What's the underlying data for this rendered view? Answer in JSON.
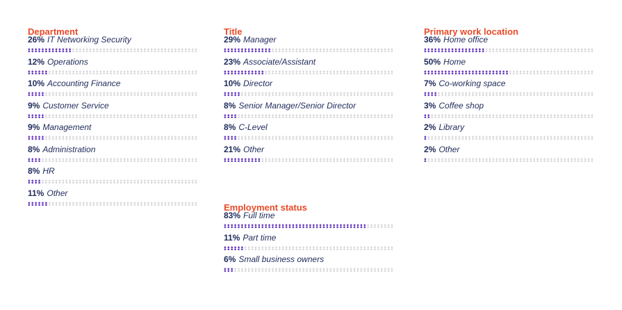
{
  "colors": {
    "heading": "#e84a27",
    "text": "#1e2a5a",
    "dot_filled": "#6a3fc1",
    "dot_empty": "#d9d9de"
  },
  "chart_data": [
    {
      "type": "bar",
      "title": "Department",
      "categories": [
        "IT Networking Security",
        "Operations",
        "Accounting Finance",
        "Customer Service",
        "Management",
        "Administration",
        "HR",
        "Other"
      ],
      "values": [
        26,
        12,
        10,
        9,
        9,
        8,
        8,
        11
      ],
      "labels": [
        "26%",
        "12%",
        "10%",
        "9%",
        "9%",
        "8%",
        "8%",
        "11%"
      ]
    },
    {
      "type": "bar",
      "title": "Title",
      "categories": [
        "Manager",
        "Associate/Assistant",
        "Director",
        "Senior Manager/Senior Director",
        "C-Level",
        "Other"
      ],
      "values": [
        29,
        23,
        10,
        8,
        8,
        21
      ],
      "labels": [
        "29%",
        "23%",
        "10%",
        "8%",
        "8%",
        "21%"
      ]
    },
    {
      "type": "bar",
      "title": "Primary work location",
      "categories": [
        "Home office",
        "Home",
        "Co-working space",
        "Coffee shop",
        "Library",
        "Other"
      ],
      "values": [
        36,
        50,
        7,
        3,
        2,
        2
      ],
      "labels": [
        "36%",
        "50%",
        "7%",
        "3%",
        "2%",
        "2%"
      ]
    },
    {
      "type": "bar",
      "title": "Employment status",
      "categories": [
        "Full time",
        "Part time",
        "Small business owners"
      ],
      "values": [
        83,
        11,
        6
      ],
      "labels": [
        "83%",
        "11%",
        "6%"
      ]
    }
  ]
}
